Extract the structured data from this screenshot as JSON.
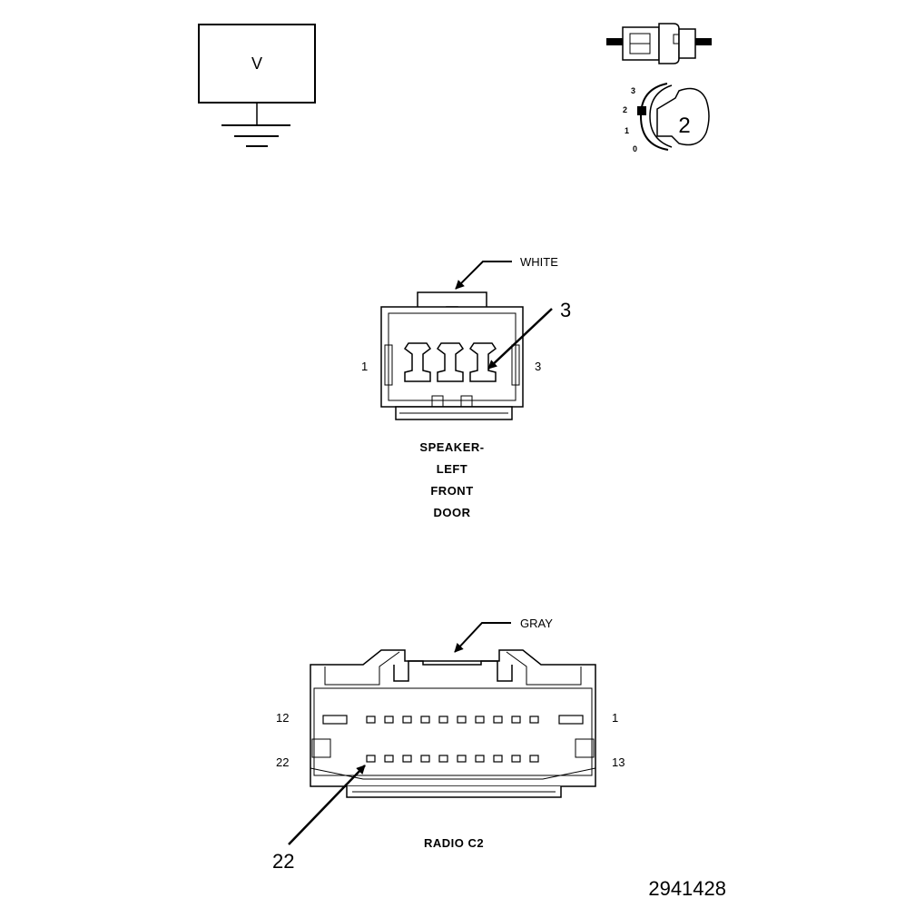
{
  "meter": {
    "symbol": "V"
  },
  "key_switch": {
    "positions": [
      "3",
      "2",
      "1",
      "0"
    ],
    "key_number": "2"
  },
  "speaker_connector": {
    "color_label": "WHITE",
    "pointer_number": "3",
    "pin_left": "1",
    "pin_right": "3",
    "name_lines": [
      "SPEAKER-",
      "LEFT",
      "FRONT",
      "DOOR"
    ]
  },
  "radio_connector": {
    "color_label": "GRAY",
    "pin_top_left": "12",
    "pin_top_right": "1",
    "pin_bottom_left": "22",
    "pin_bottom_right": "13",
    "pointer_number": "22",
    "name": "RADIO C2"
  },
  "figure_number": "2941428"
}
